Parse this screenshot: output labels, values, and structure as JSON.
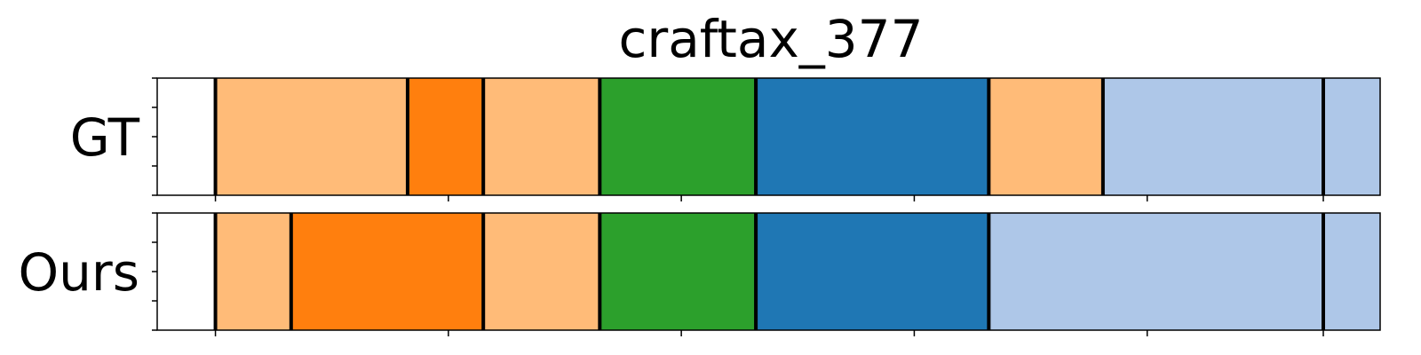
{
  "chart_data": {
    "type": "bar",
    "title": "craftax_377",
    "xlim": [
      0,
      105
    ],
    "x_ticks": [
      5,
      25,
      45,
      65,
      85,
      105
    ],
    "rows": [
      {
        "label": "GT",
        "segments": [
          {
            "start": 5,
            "end": 21.5,
            "color": "#ffbb78"
          },
          {
            "start": 21.5,
            "end": 28.0,
            "color": "#ff7f0e"
          },
          {
            "start": 28.0,
            "end": 38.0,
            "color": "#ffbb78"
          },
          {
            "start": 38.0,
            "end": 51.4,
            "color": "#2ca02c"
          },
          {
            "start": 51.4,
            "end": 71.4,
            "color": "#1f77b4"
          },
          {
            "start": 71.4,
            "end": 81.2,
            "color": "#ffbb78"
          },
          {
            "start": 81.2,
            "end": 105,
            "color": "#aec7e8"
          }
        ]
      },
      {
        "label": "Ours",
        "segments": [
          {
            "start": 5,
            "end": 11.5,
            "color": "#ffbb78"
          },
          {
            "start": 11.5,
            "end": 28.0,
            "color": "#ff7f0e"
          },
          {
            "start": 28.0,
            "end": 38.0,
            "color": "#ffbb78"
          },
          {
            "start": 38.0,
            "end": 51.4,
            "color": "#2ca02c"
          },
          {
            "start": 51.4,
            "end": 71.4,
            "color": "#1f77b4"
          },
          {
            "start": 71.4,
            "end": 105,
            "color": "#aec7e8"
          }
        ]
      }
    ]
  }
}
